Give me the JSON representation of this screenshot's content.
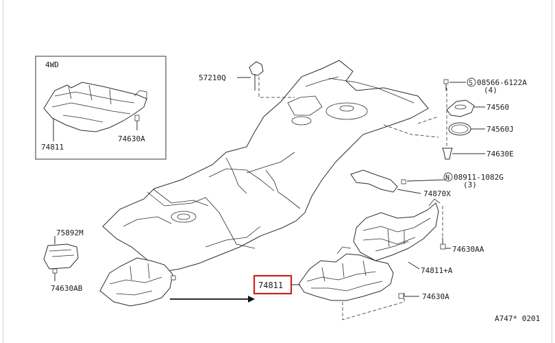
{
  "inset": {
    "title": "4WD",
    "part": "74811",
    "bolt": "74630A"
  },
  "labels": {
    "p57210q": "57210Q",
    "p08566": "08566-6122A",
    "p08566_qty": "(4)",
    "p74560": "74560",
    "p74560j": "74560J",
    "p74630e": "74630E",
    "p08911": "08911-1082G",
    "p08911_qty": "(3)",
    "p74870x": "74870X",
    "p75892m": "75892M",
    "p74630ab": "74630AB",
    "p74630aa": "74630AA",
    "p74811a": "74811+A",
    "p74811": "74811",
    "p74630a": "74630A",
    "s_circle": "S",
    "n_circle": "N",
    "code": "A747* 0201"
  },
  "colors": {
    "highlight": "#cc1f1f",
    "ink": "#2a2a2a"
  }
}
